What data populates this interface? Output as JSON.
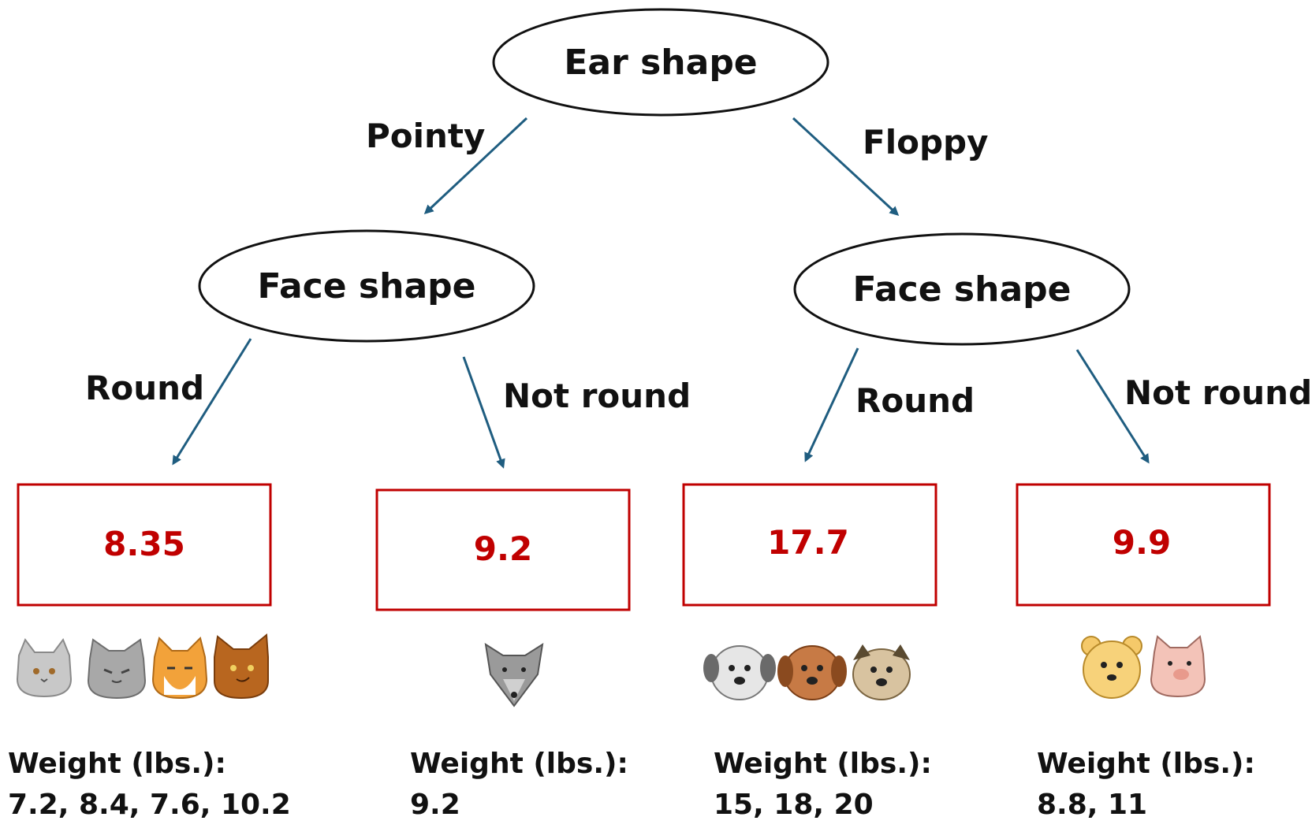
{
  "root": {
    "label": "Ear shape"
  },
  "edges": {
    "left": "Pointy",
    "right": "Floppy"
  },
  "left_node": {
    "label": "Face shape",
    "edge_left": "Round",
    "edge_right": "Not round"
  },
  "right_node": {
    "label": "Face shape",
    "edge_left": "Round",
    "edge_right": "Not round"
  },
  "leaves": [
    {
      "value": "8.35",
      "weight_label": "Weight (lbs.):",
      "weights": "7.2, 8.4, 7.6, 10.2",
      "animals": [
        "gray-cat",
        "gray-cat",
        "orange-cat",
        "brown-cat"
      ]
    },
    {
      "value": "9.2",
      "weight_label": "Weight (lbs.):",
      "weights": "9.2",
      "animals": [
        "gray-wolf"
      ]
    },
    {
      "value": "17.7",
      "weight_label": "Weight (lbs.):",
      "weights": "15, 18, 20",
      "animals": [
        "gray-dog",
        "brown-dog",
        "tan-dog"
      ]
    },
    {
      "value": "9.9",
      "weight_label": "Weight (lbs.):",
      "weights": "8.8, 11",
      "animals": [
        "yellow-bear",
        "pink-pig"
      ]
    }
  ],
  "colors": {
    "arrow": "#1f5d80",
    "leaf_border": "#c00000",
    "leaf_text": "#c00000"
  }
}
